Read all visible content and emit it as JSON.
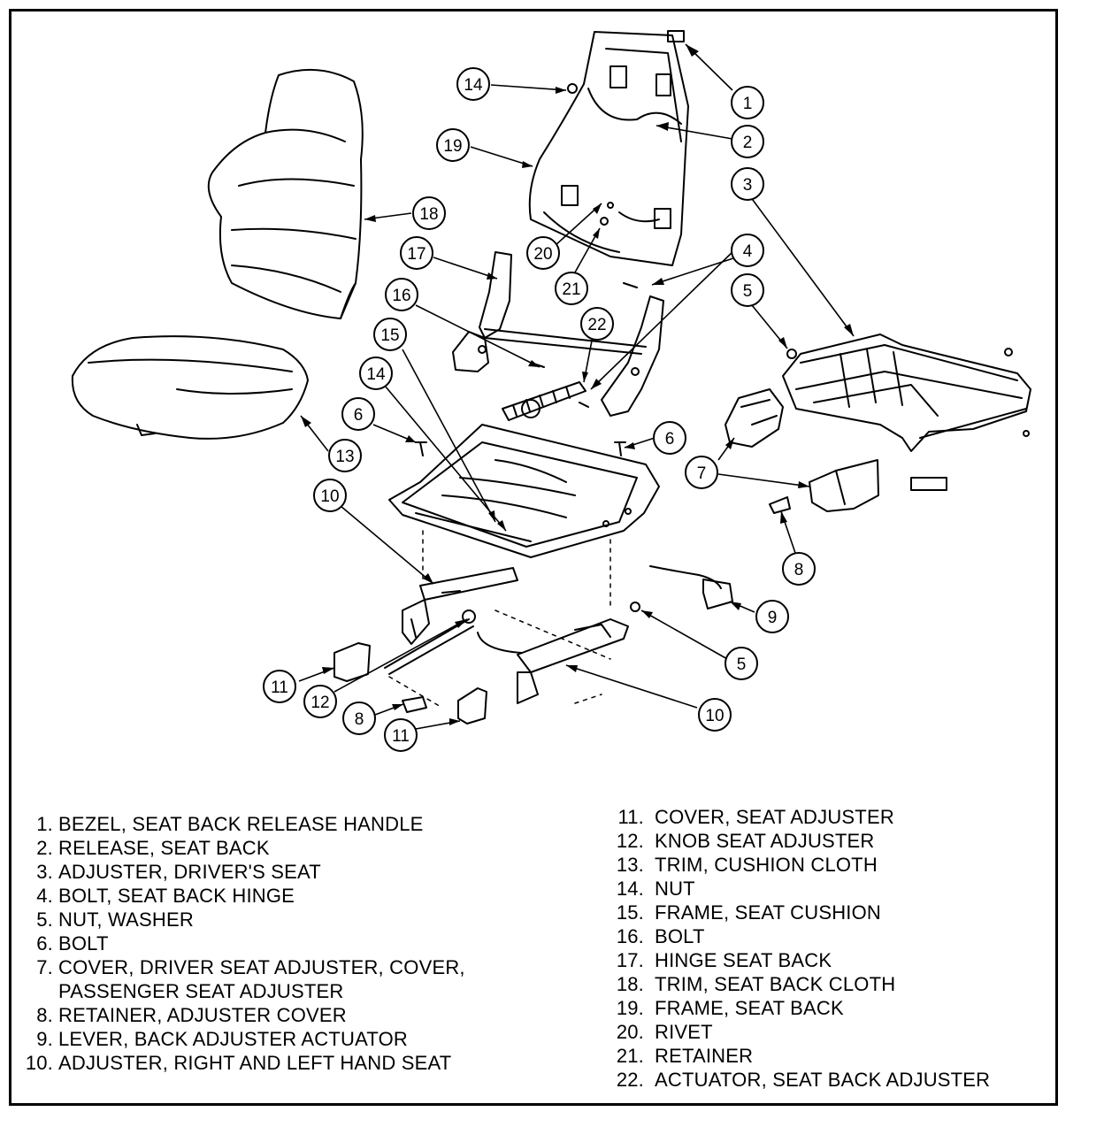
{
  "callouts": [
    "1",
    "2",
    "3",
    "4",
    "5",
    "6",
    "7",
    "8",
    "9",
    "10",
    "11",
    "12",
    "13",
    "14",
    "15",
    "16",
    "17",
    "18",
    "19",
    "20",
    "21",
    "22"
  ],
  "legend_left": [
    {
      "num": "1.",
      "text": "BEZEL, SEAT BACK RELEASE HANDLE"
    },
    {
      "num": "2.",
      "text": "RELEASE, SEAT BACK"
    },
    {
      "num": "3.",
      "text": "ADJUSTER, DRIVER'S SEAT"
    },
    {
      "num": "4.",
      "text": "BOLT, SEAT BACK HINGE"
    },
    {
      "num": "5.",
      "text": "NUT, WASHER"
    },
    {
      "num": "6.",
      "text": "BOLT"
    },
    {
      "num": "7.",
      "text": "COVER, DRIVER SEAT ADJUSTER, COVER,",
      "cont": "PASSENGER SEAT ADJUSTER"
    },
    {
      "num": "8.",
      "text": "RETAINER, ADJUSTER COVER"
    },
    {
      "num": "9.",
      "text": "LEVER, BACK ADJUSTER ACTUATOR"
    },
    {
      "num": "10.",
      "text": "ADJUSTER, RIGHT AND LEFT HAND SEAT"
    }
  ],
  "legend_right": [
    {
      "num": "11.",
      "text": "COVER, SEAT ADJUSTER"
    },
    {
      "num": "12.",
      "text": "KNOB SEAT ADJUSTER"
    },
    {
      "num": "13.",
      "text": "TRIM, CUSHION CLOTH"
    },
    {
      "num": "14.",
      "text": "NUT"
    },
    {
      "num": "15.",
      "text": "FRAME, SEAT CUSHION"
    },
    {
      "num": "16.",
      "text": "BOLT"
    },
    {
      "num": "17.",
      "text": "HINGE SEAT BACK"
    },
    {
      "num": "18.",
      "text": "TRIM, SEAT BACK CLOTH"
    },
    {
      "num": "19.",
      "text": "FRAME, SEAT BACK"
    },
    {
      "num": "20.",
      "text": "RIVET"
    },
    {
      "num": "21.",
      "text": "RETAINER"
    },
    {
      "num": "22.",
      "text": "ACTUATOR, SEAT BACK ADJUSTER"
    }
  ]
}
